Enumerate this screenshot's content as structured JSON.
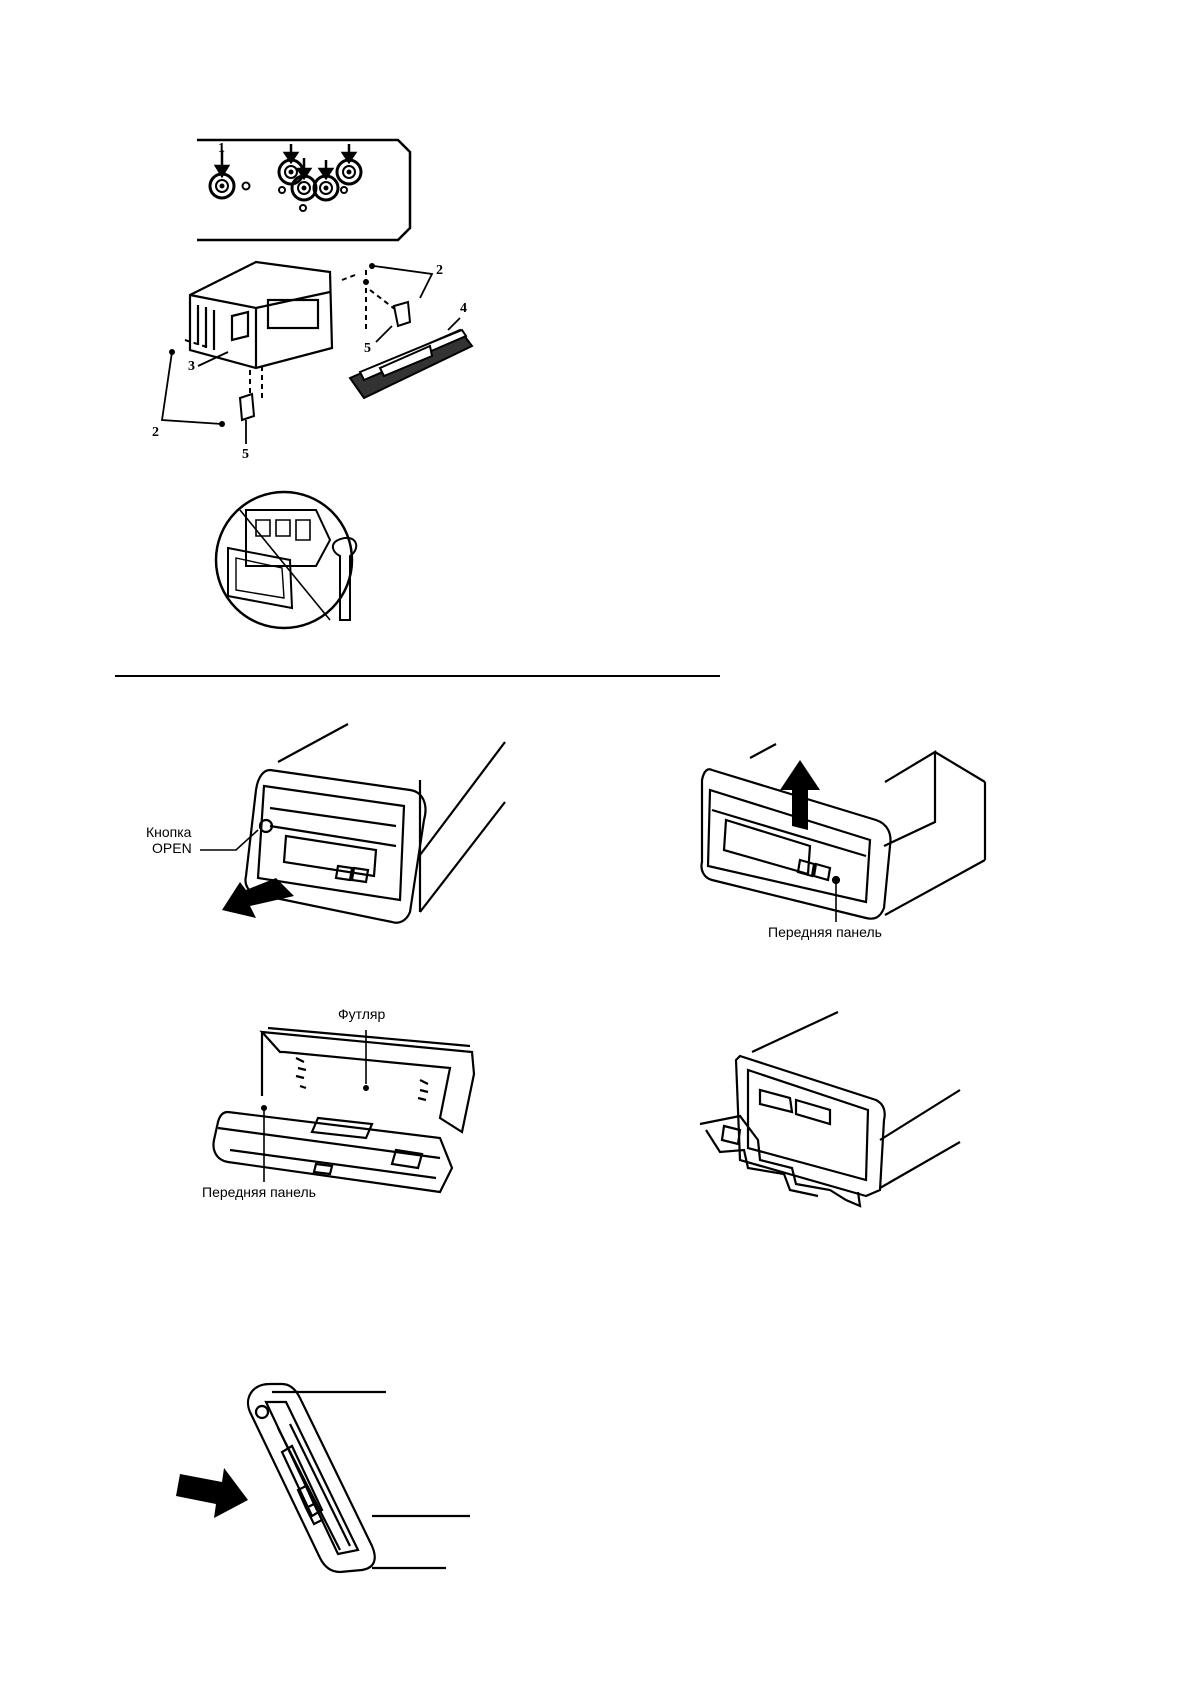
{
  "callouts": {
    "n1": "1",
    "n2a": "2",
    "n2b": "2",
    "n3": "3",
    "n4": "4",
    "n5a": "5",
    "n5b": "5"
  },
  "labels": {
    "open_button_line1": "Кнопка",
    "open_button_line2": "OPEN",
    "front_panel_top_right": "Передняя панель",
    "case": "Футляр",
    "front_panel_case": "Передняя панель"
  }
}
